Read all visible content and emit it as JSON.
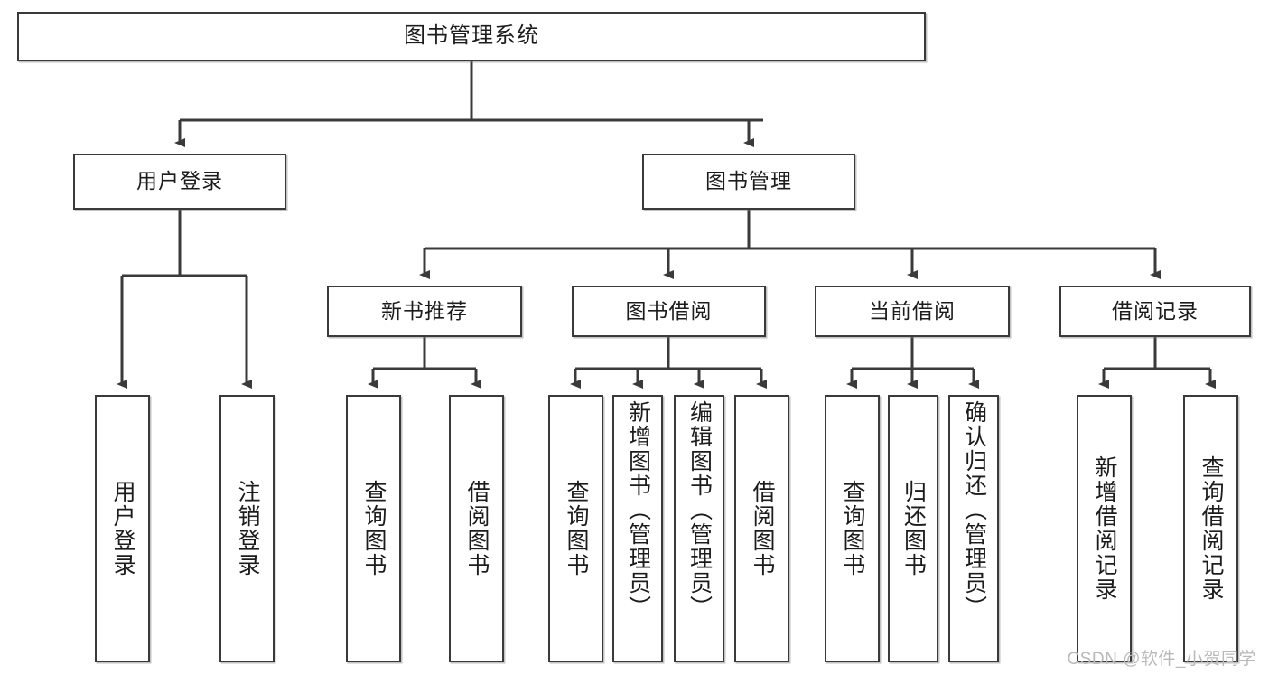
{
  "diagram": {
    "title": "图书管理系统",
    "watermark": "CSDN @软件_小贺同学",
    "line_color": "#3a3a3a",
    "box_fill": "#ffffff",
    "text_color": "#1c1c1c",
    "root": {
      "label": "图书管理系统"
    },
    "level1": [
      {
        "label": "用户登录"
      },
      {
        "label": "图书管理"
      }
    ],
    "level2": [
      {
        "label": "新书推荐"
      },
      {
        "label": "图书借阅"
      },
      {
        "label": "当前借阅"
      },
      {
        "label": "借阅记录"
      }
    ],
    "leaves": {
      "user_login": [
        {
          "label": "用户登录"
        },
        {
          "label": "注销登录"
        }
      ],
      "new_book": [
        {
          "label": "查询图书"
        },
        {
          "label": "借阅图书"
        }
      ],
      "borrow_book": [
        {
          "label": "查询图书"
        },
        {
          "label": "新增图书（管理员）"
        },
        {
          "label": "编辑图书（管理员）"
        },
        {
          "label": "借阅图书"
        }
      ],
      "current_borrow": [
        {
          "label": "查询图书"
        },
        {
          "label": "归还图书"
        },
        {
          "label": "确认归还（管理员）"
        }
      ],
      "borrow_record": [
        {
          "label": "新增借阅记录"
        },
        {
          "label": "查询借阅记录"
        }
      ]
    }
  }
}
